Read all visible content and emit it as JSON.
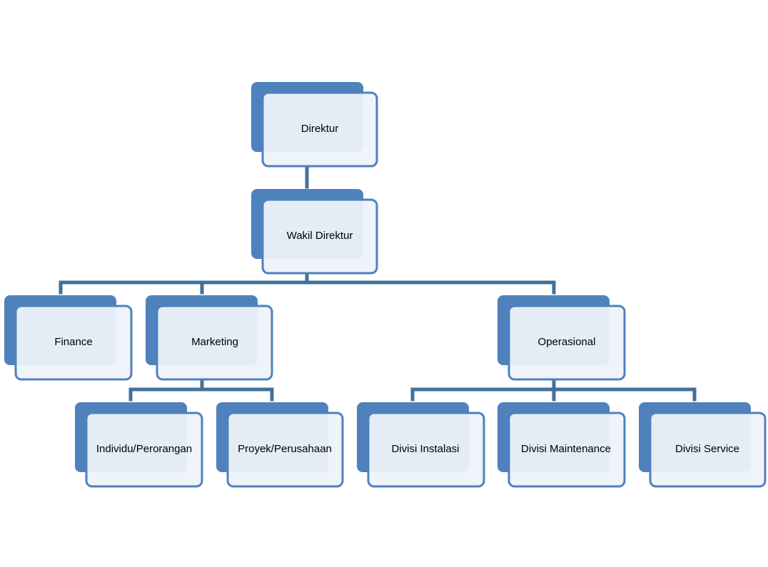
{
  "colors": {
    "back_fill": "#4F81BD",
    "front_fill": "#EEF3FA",
    "front_stroke": "#4F81BD",
    "connector": "#41719C"
  },
  "nodes": {
    "direktur": "Direktur",
    "wakil_direktur": "Wakil Direktur",
    "finance": "Finance",
    "marketing": "Marketing",
    "operasional": "Operasional",
    "individu": "Individu/Perorangan",
    "proyek": "Proyek/Perusahaan",
    "divisi_instalasi": "Divisi Instalasi",
    "divisi_maintenance": "Divisi Maintenance",
    "divisi_service": "Divisi Service"
  }
}
